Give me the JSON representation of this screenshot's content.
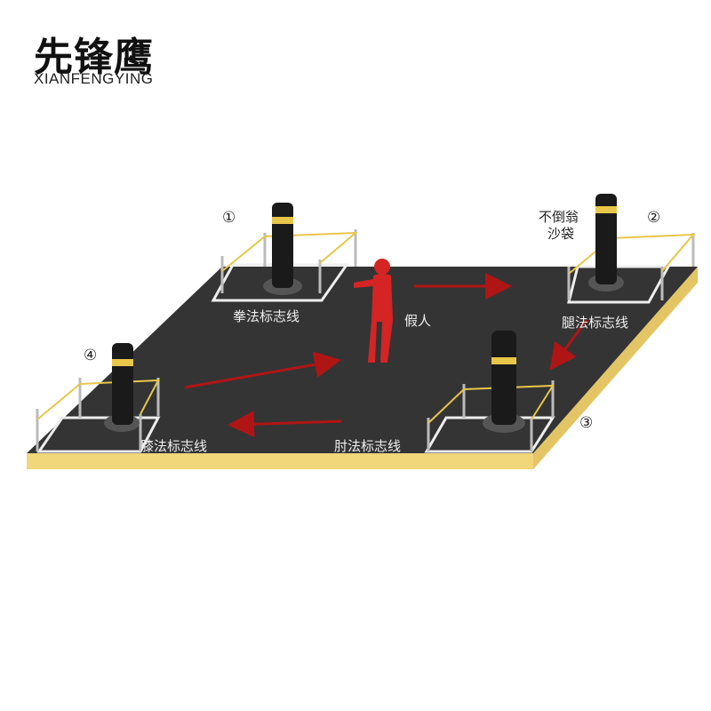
{
  "brand": {
    "name_cn": "先锋鹰",
    "name_en": "XIANFENGYING"
  },
  "stations": [
    {
      "number": "①",
      "label": "拳法标志线"
    },
    {
      "number": "②",
      "label": "腿法标志线",
      "note_line1": "不倒翁",
      "note_line2": "沙袋"
    },
    {
      "number": "③",
      "label": "肘法标志线"
    },
    {
      "number": "④",
      "label": "膝法标志线"
    }
  ],
  "dummy": {
    "label": "假人"
  },
  "colors": {
    "mat": "#333333",
    "mat_edge": "#f2d77a",
    "mark_lines": "#f0f0f0",
    "bag": "#1a1a1a",
    "bag_band": "#e8c64a",
    "dummy": "#d42424",
    "arrows": "#b01515",
    "rope": "#e8c64a",
    "posts": "#bfbfbf"
  },
  "icons": [
    "punching-bag-icon",
    "tumbler-bag-icon",
    "dummy-figure-icon",
    "arrow-icon"
  ]
}
